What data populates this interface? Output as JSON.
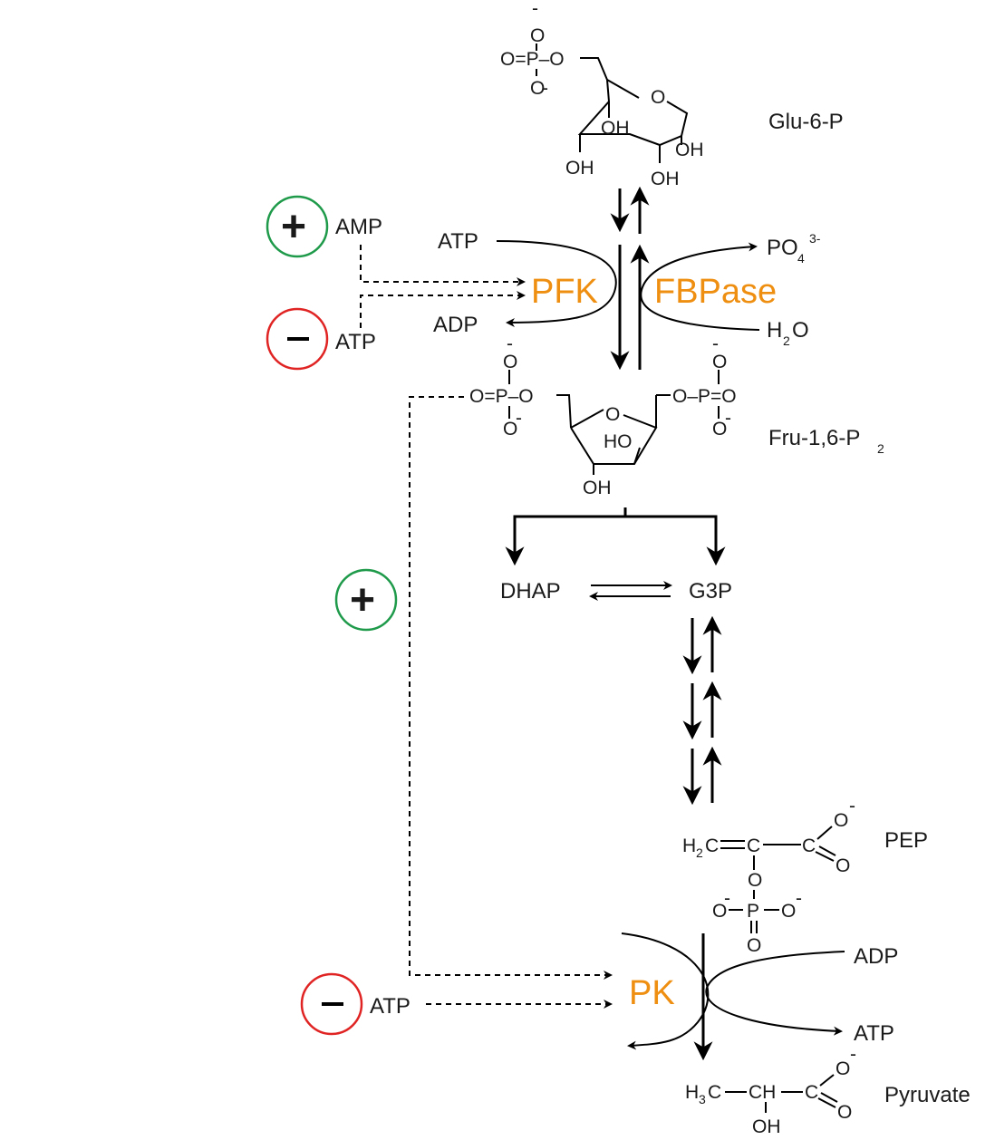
{
  "metabolites": {
    "glu6p": "Glu-6-P",
    "fru16p2_main": "Fru-1,6-P",
    "fru16p2_sub": "2",
    "dhap": "DHAP",
    "g3p": "G3P",
    "pep": "PEP",
    "pyruvate": "Pyruvate"
  },
  "enzymes": {
    "pfk": "PFK",
    "fbpase": "FBPase",
    "pk": "PK"
  },
  "cofactors": {
    "atp": "ATP",
    "adp": "ADP",
    "amp": "AMP",
    "po4_main": "PO",
    "po4_sub": "4",
    "po4_sup": "3-",
    "h2o_h": "H",
    "h2o_sub": "2",
    "h2o_o": "O"
  },
  "regulators": {
    "plus": "+",
    "minus": "–"
  },
  "chem": {
    "minus_charge": "-",
    "o": "O",
    "oh": "OH",
    "ho": "HO",
    "phos_left": "O=P–O",
    "phos_right": "O–P=O",
    "p": "P",
    "pep_h2c": "H",
    "pep_h2c_sub": "2",
    "pep_c": "C",
    "pyr_h3c": "H",
    "pyr_h3c_sub": "3",
    "pyr_ch": "CH",
    "pyr_c": "C"
  },
  "colors": {
    "enzyme": "#ef8f12",
    "activator_ring": "#1e9a4a",
    "inhibitor_ring": "#e02424"
  }
}
